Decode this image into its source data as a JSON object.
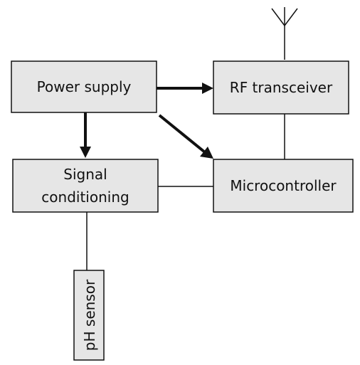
{
  "blocks": {
    "power_supply": "Power supply",
    "rf_transceiver": "RF transceiver",
    "signal_conditioning": [
      "Signal",
      "conditioning"
    ],
    "microcontroller": "Microcontroller",
    "ph_sensor": "pH sensor"
  },
  "colors": {
    "block_fill": "#e6e6e6",
    "stroke": "#111111",
    "background": "#ffffff"
  },
  "icons": {
    "antenna": "antenna-icon"
  }
}
